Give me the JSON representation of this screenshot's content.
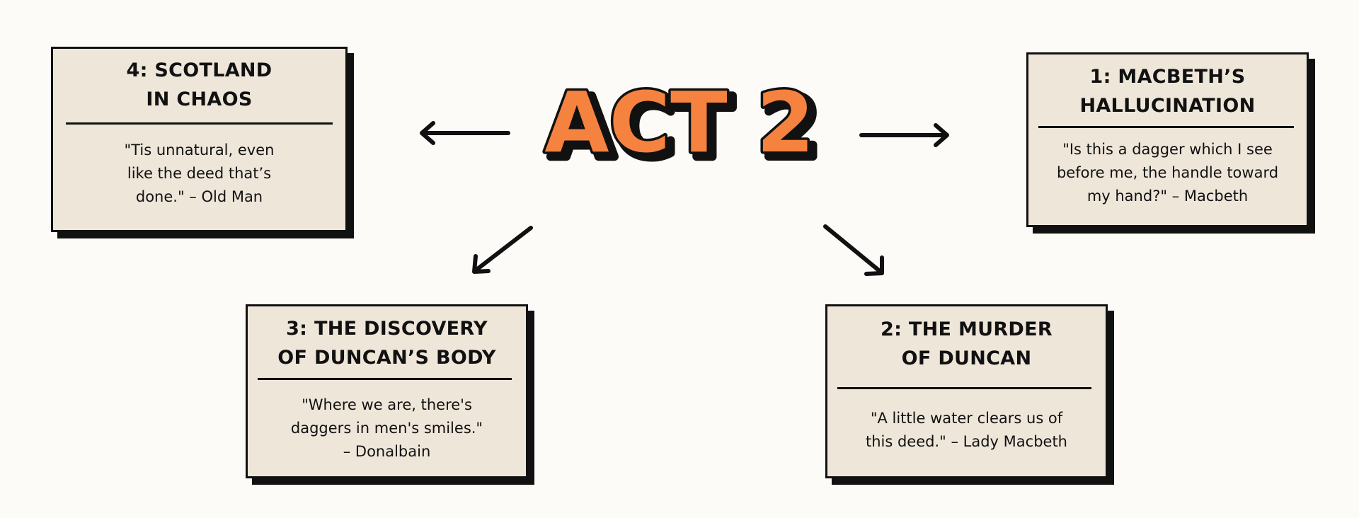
{
  "title": "ACT 2",
  "colors": {
    "background": "#fcfbf7",
    "card_fill": "#efe6da",
    "title_fill": "#f5823f",
    "outline": "#111111"
  },
  "cards": [
    {
      "id": "card-4",
      "title_lines": [
        "4: SCOTLAND",
        "IN CHAOS"
      ],
      "quote_lines": [
        "\"Tis unnatural, even",
        "like the deed that’s",
        "done.\" – Old Man"
      ]
    },
    {
      "id": "card-1",
      "title_lines": [
        "1: MACBETH’S",
        "HALLUCINATION"
      ],
      "quote_lines": [
        "\"Is this a dagger which I see",
        "before me, the handle toward",
        "my hand?\" – Macbeth"
      ]
    },
    {
      "id": "card-3",
      "title_lines": [
        "3: THE DISCOVERY",
        "OF DUNCAN’S BODY"
      ],
      "quote_lines": [
        "\"Where we are, there's",
        "daggers in men's smiles.\"",
        "– Donalbain"
      ]
    },
    {
      "id": "card-2",
      "title_lines": [
        "2: THE MURDER",
        "OF DUNCAN"
      ],
      "quote_lines": [
        "\"A little water clears us of",
        "this deed.\" – Lady Macbeth"
      ]
    }
  ]
}
